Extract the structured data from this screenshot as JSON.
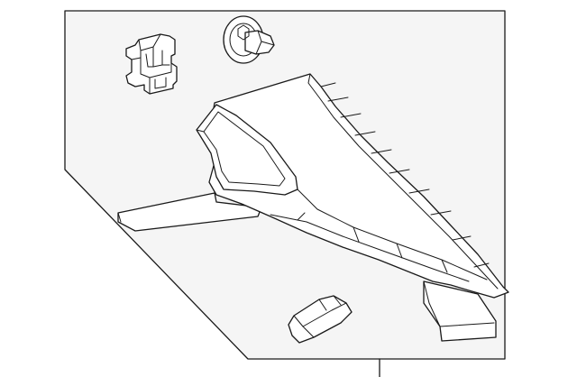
{
  "diagram": {
    "colors": {
      "line": "#1a1a1a",
      "panel_fill": "#f5f5f5",
      "part_fill": "#ffffff",
      "background": "#ffffff"
    },
    "parts": [
      {
        "id": "retainer-clip",
        "icon": "clip-icon"
      },
      {
        "id": "push-fastener",
        "icon": "fastener-icon"
      },
      {
        "id": "pillar-trim-panel",
        "icon": "trim-panel-icon"
      },
      {
        "id": "small-cover-clip",
        "icon": "cover-clip-icon"
      }
    ]
  }
}
